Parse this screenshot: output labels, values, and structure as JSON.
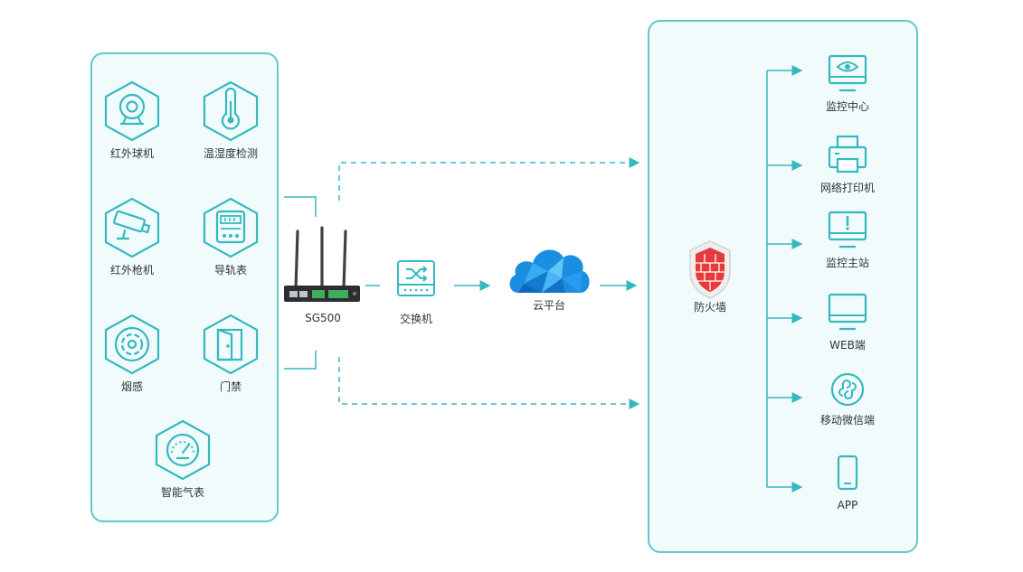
{
  "sensors": [
    {
      "label": "红外球机",
      "icon": "dome-camera-icon"
    },
    {
      "label": "温湿度检测",
      "icon": "thermometer-icon"
    },
    {
      "label": "红外枪机",
      "icon": "bullet-camera-icon"
    },
    {
      "label": "导轨表",
      "icon": "din-rail-meter-icon"
    },
    {
      "label": "烟感",
      "icon": "smoke-detector-icon"
    },
    {
      "label": "门禁",
      "icon": "door-access-icon"
    },
    {
      "label": "智能气表",
      "icon": "gas-meter-gauge-icon"
    }
  ],
  "chain": {
    "router": "SG500",
    "switch": "交换机",
    "cloud": "云平台",
    "firewall": "防火墙"
  },
  "endpoints": [
    {
      "label": "监控中心",
      "icon": "monitor-eye-icon"
    },
    {
      "label": "网络打印机",
      "icon": "printer-icon"
    },
    {
      "label": "监控主站",
      "icon": "monitor-alert-icon"
    },
    {
      "label": "WEB端",
      "icon": "monitor-icon"
    },
    {
      "label": "移动微信端",
      "icon": "mini-program-icon"
    },
    {
      "label": "APP",
      "icon": "smartphone-icon"
    }
  ],
  "colors": {
    "accent": "#35b9c0",
    "panel_border": "#5cc9cc",
    "panel_fill": "#f1fbfb",
    "firewall": "#e83a3a"
  }
}
